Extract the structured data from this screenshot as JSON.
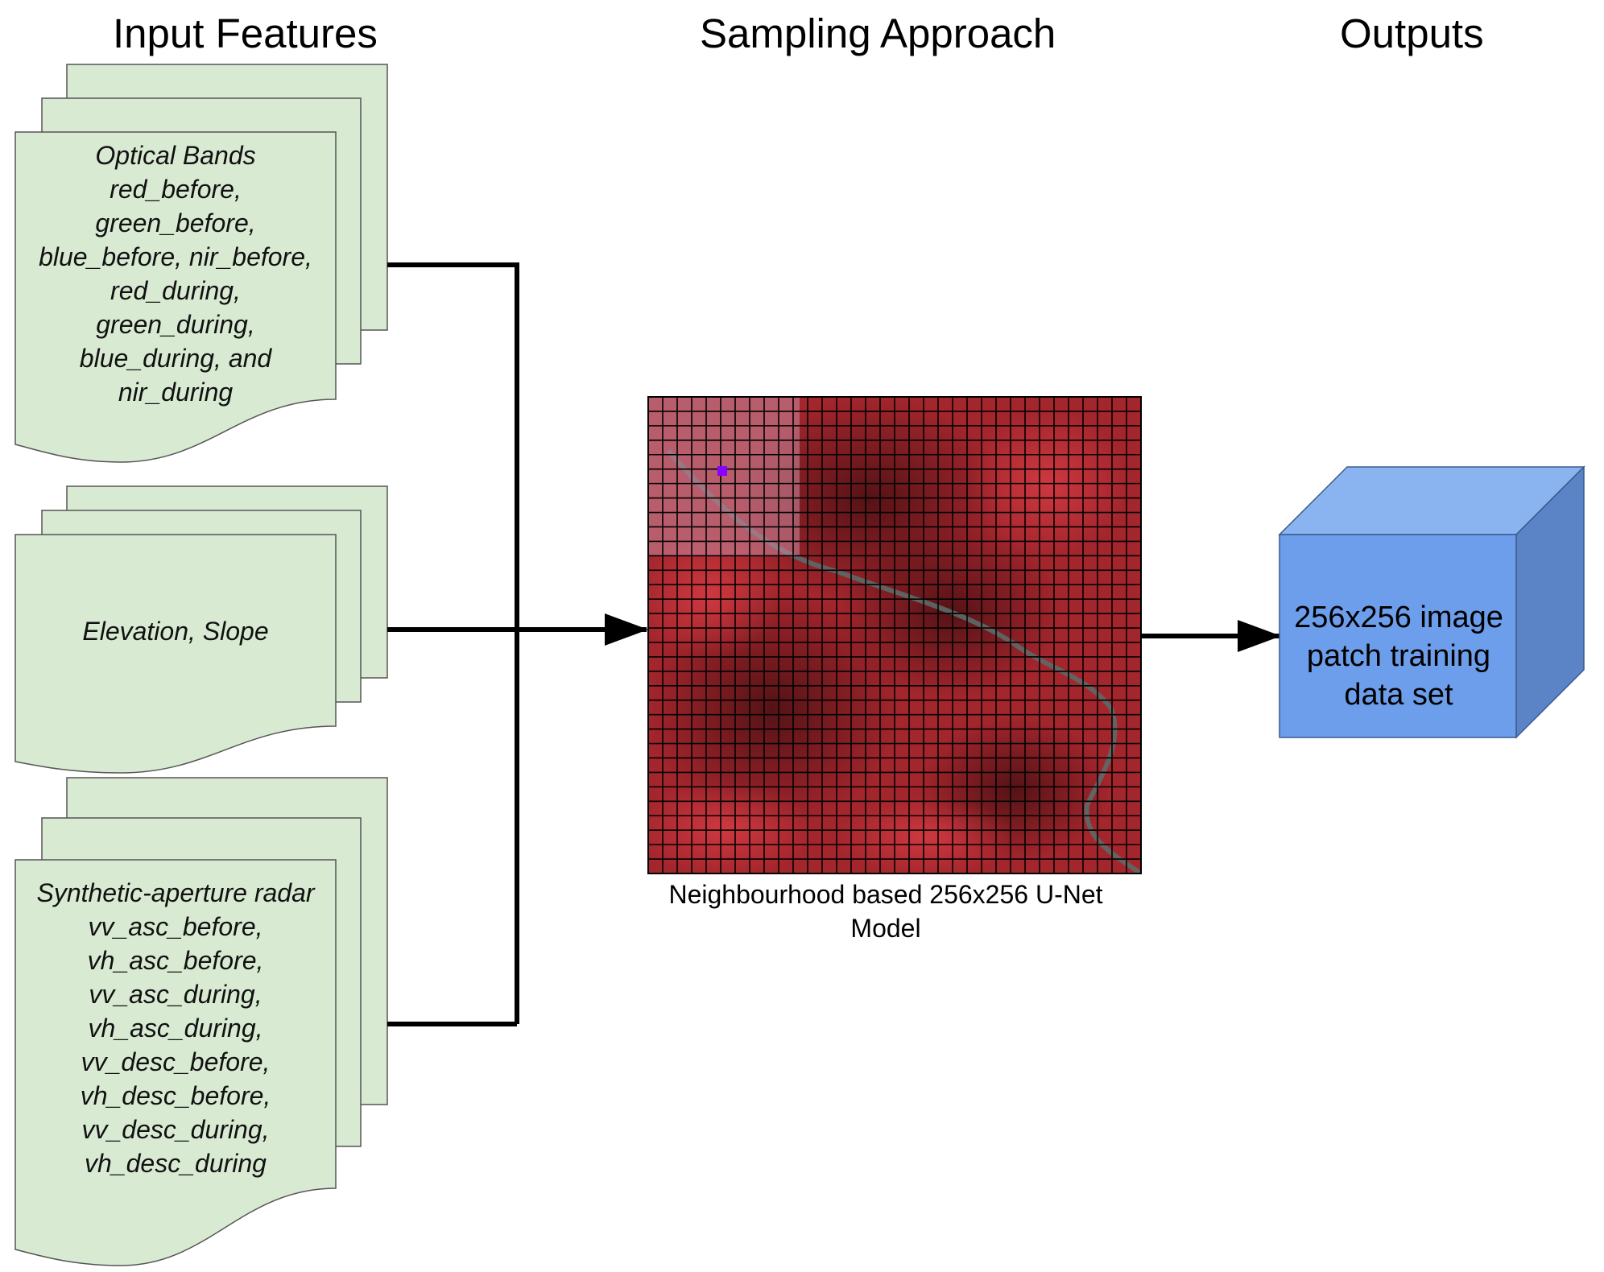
{
  "headings": {
    "input_features": "Input Features",
    "sampling_approach": "Sampling Approach",
    "outputs": "Outputs"
  },
  "documents": [
    {
      "lines": [
        "Optical Bands",
        "red_before,",
        "green_before,",
        "blue_before, nir_before,",
        "red_during,",
        "green_during,",
        "blue_during, and",
        "nir_during"
      ]
    },
    {
      "lines": [
        "Elevation, Slope"
      ]
    },
    {
      "lines": [
        "Synthetic-aperture radar",
        "vv_asc_before,",
        "vh_asc_before,",
        "vv_asc_during,",
        "vh_asc_during,",
        "vv_desc_before,",
        "vh_desc_before,",
        "vv_desc_during,",
        "vh_desc_during"
      ]
    }
  ],
  "sampling": {
    "caption": "Neighbourhood based 256x256 U-Net Model",
    "grid_columns": 34,
    "grid_rows": 33,
    "image_colors": {
      "base": "#a4262d",
      "highlight_patch": "#b8607a",
      "selected_pixel": "#8800ff"
    }
  },
  "output": {
    "label": "256x256 image patch training data set",
    "colors": {
      "front": "#6d9eeb",
      "top": "#8ab4f0",
      "side": "#5a84c6"
    }
  },
  "colors": {
    "document_fill": "#d9ead3",
    "arrow": "#000000"
  }
}
